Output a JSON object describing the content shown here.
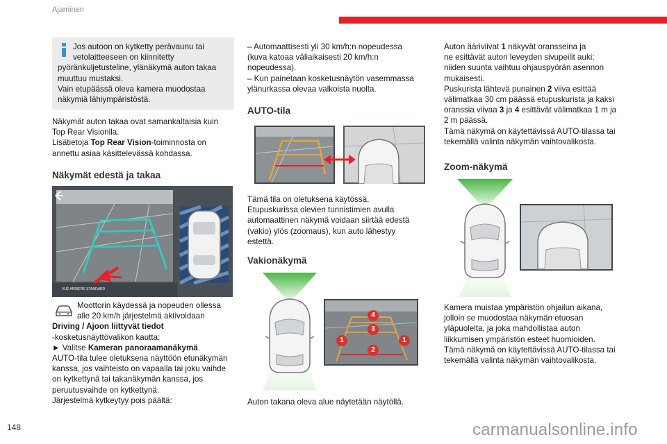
{
  "header": {
    "section_title": "Ajaminen",
    "page_number": "148"
  },
  "col1": {
    "info_lines": [
      "Jos autoon on kytketty perävaunu tai",
      "vetolaitteeseen on kiinnitetty",
      "pyöränkuljetusteline, ylänäkymä auton takaa",
      "muuttuu mustaksi.",
      "Vain etupäässä oleva kamera muodostaa",
      "näkymiä lähiympäristöstä."
    ],
    "para1_l1": "Näkymät auton takaa ovat samankaltaisia kuin",
    "para1_l2": "Top Rear Visionlla.",
    "para1_l3a": "Lisätietoja ",
    "para1_l3b": "Top Rear Vision",
    "para1_l3c": "-toiminnosta on",
    "para1_l4": "annettu asiaa käsittelevässä kohdassa.",
    "heading": "Näkymät edestä ja takaa",
    "screen_label": "VUE ARRIERE STANDARD",
    "car_l1": "Moottorin käydessä ja nopeuden ollessa",
    "car_l2": "alle 20 km/h järjestelmä aktivoidaan",
    "car_l3": "Driving / Ajoon liittyvät tiedot",
    "car_l4": "-kosketusnäyttövalikon kautta:",
    "car_l5a": "► Valitse ",
    "car_l5b": "Kameran panoraamanäkymä",
    "car_l5c": ".",
    "car_l6": "AUTO-tila tulee oletuksena näyttöön etunäkymän",
    "car_l7": "kanssa, jos vaihteisto on vapaalla tai joku vaihde",
    "car_l8": "on kytkettynä tai takanäkymän kanssa, jos",
    "car_l9": "peruutusvaihde on kytkettynä.",
    "car_l10": "Järjestelmä kytkeytyy pois päältä:"
  },
  "col2": {
    "top_lines": [
      "–  Automaattisesti yli 30 km/h:n nopeudessa",
      "(kuva katoaa väliaikaisesti 20 km/h:n",
      "nopeudessa).",
      "–  Kun painetaan kosketusnäytön vasemmassa",
      "ylänurkassa olevaa valkoista nuolta."
    ],
    "auto_heading": "AUTO-tila",
    "auto_lines": [
      "Tämä tila on oletuksena käytössä.",
      "Etupuskurissa olevien tunnistimien avulla",
      "automaattinen näkymä voidaan siirtää edestä",
      "(vakio) ylös (zoomaus), kun auto lähestyy",
      "estettä."
    ],
    "std_heading": "Vakionäkymä",
    "std_caption": "Auton takana oleva alue näytetään näytöllä.",
    "markers": [
      "1",
      "2",
      "3",
      "4",
      "1"
    ]
  },
  "col3": {
    "l1a": "Auton ääriviivat ",
    "l1b": "1",
    "l1c": " näkyvät oransseina ja",
    "l2": "ne esittävät auton leveyden sivupeilit auki:",
    "l3": "niiden suunta vaihtuu ohjauspyörän asennon",
    "l4": "mukaisesti.",
    "l5a": "Puskurista lähtevä punainen ",
    "l5b": "2",
    "l5c": " viiva esittää",
    "l6": "välimatkaa 30 cm päässä etupuskurista ja kaksi",
    "l7a": "oranssia viivaa ",
    "l7b": "3",
    "l7c": " ja ",
    "l7d": "4",
    "l7e": " esittävät välimatkaa 1 m ja",
    "l8": "2 m päässä.",
    "l9": "Tämä näkymä on käytettävissä AUTO-tilassa tai",
    "l10": "tekemällä valinta näkymän vaihtovalikosta.",
    "zoom_heading": "Zoom-näkymä",
    "zoom_lines": [
      "Kamera muistaa ympäristön ohjailun aikana,",
      "jolloin se muodostaa näkymän etuosan",
      "yläpuolelta, ja joka mahdollistaa auton",
      "liikkumisen ympäristön esteet huomioiden.",
      "Tämä näkymä on käytettävissä AUTO-tilassa tai",
      "tekemällä valinta näkymän vaihtovalikosta."
    ]
  },
  "footer": {
    "watermark": "carmanualsonline.info"
  }
}
